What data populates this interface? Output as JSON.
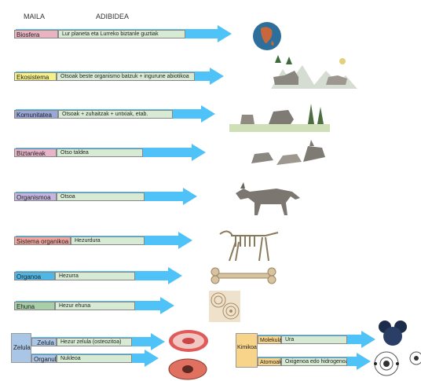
{
  "headers": {
    "maila": "MAILA",
    "adibidea": "ADIBIDEA"
  },
  "colors": {
    "arrow": "#4fc3f7",
    "biosfera": "#e8b4c2",
    "ekosistema": "#f5f08a",
    "komunitatea": "#9aa8d8",
    "biztanleak": "#e8b4c8",
    "organismoa": "#c4b6df",
    "sistema": "#f2a59c",
    "organoa": "#4fb7e6",
    "ehuna": "#a8cfa8",
    "zelula": "#a9c6e6",
    "kimikoa": "#f7d48a",
    "example": "#d7ebd4"
  },
  "levels": [
    {
      "label": "Biosfera",
      "example": "Lur planeta eta Lurreko biztanle guztiak",
      "icon": "earth-globe-icon"
    },
    {
      "label": "Ekosistema",
      "example": "Otsoak beste organismo batzuk + ingurune abiotikoa",
      "icon": "wolf-landscape-icon"
    },
    {
      "label": "Komunitatea",
      "example": "Otsoak + zuhaitzak + untxiak, etab.",
      "icon": "wolf-community-icon"
    },
    {
      "label": "Biztanleak",
      "example": "Otso taldea",
      "icon": "wolf-pack-icon"
    },
    {
      "label": "Organismoa",
      "example": "Otsoa",
      "icon": "wolf-icon"
    },
    {
      "label": "Sistema organikoa",
      "example": "Hezurdura",
      "icon": "skeleton-icon"
    },
    {
      "label": "Organoa",
      "example": "Hezurra",
      "icon": "bone-icon"
    },
    {
      "label": "Ehuna",
      "example": "Hezur ehuna",
      "icon": "bone-tissue-icon"
    }
  ],
  "zelula": {
    "group_label": "Zelula",
    "rows": [
      {
        "label": "Zelula",
        "example": "Hezur zelula (osteozitoa)",
        "icon": "bone-cell-icon"
      },
      {
        "label": "Organulua",
        "example": "Nukleoa",
        "icon": "nucleus-cell-icon"
      }
    ]
  },
  "kimikoa": {
    "group_label": "Kimikoa",
    "rows": [
      {
        "label": "Molekulak",
        "example": "Ura",
        "icon": "water-molecule-icon"
      },
      {
        "label": "Atomoak",
        "example": "Oxigenoa edo hidrogenoa",
        "icon": "atom-icon"
      }
    ]
  }
}
